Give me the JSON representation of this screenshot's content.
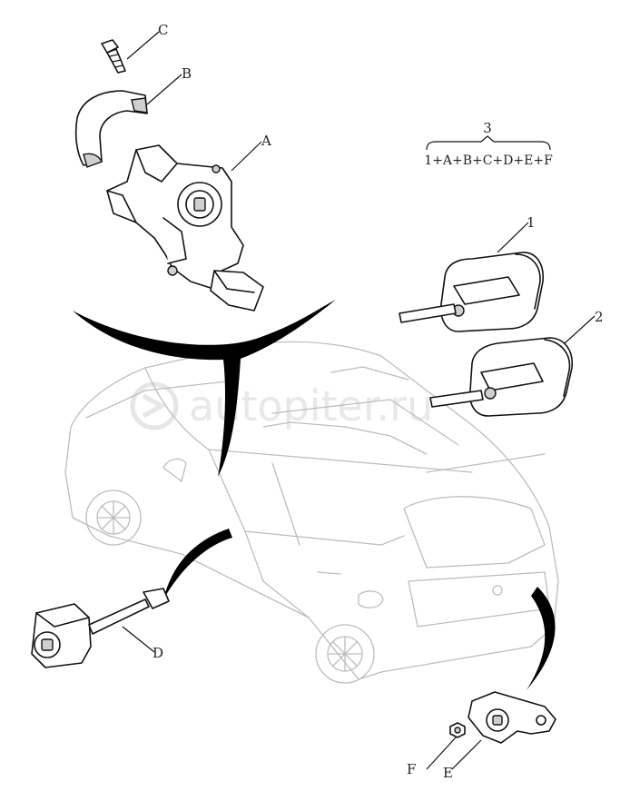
{
  "watermark": {
    "icon": "arrow-badge-icon",
    "text": "autopiter.ru"
  },
  "callouts": {
    "a": "A",
    "b": "B",
    "c": "C",
    "d": "D",
    "e": "E",
    "f": "F",
    "one": "1",
    "two": "2",
    "three": "3"
  },
  "kit_formula": {
    "set_number": "3",
    "components": "1+A+B+C+D+E+F"
  },
  "colors": {
    "ink": "#111111",
    "car_outline": "#bdbdbd",
    "watermark": "#e8e8e8"
  }
}
